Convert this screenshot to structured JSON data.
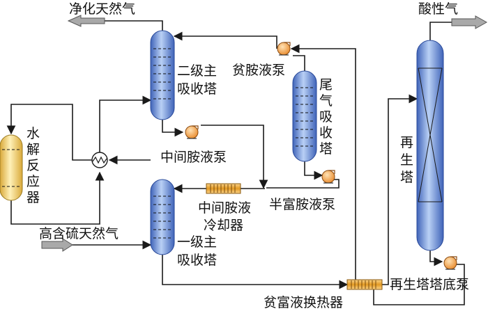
{
  "labels": {
    "purified_gas": "净化天然气",
    "acid_gas": "酸性气",
    "lean_amine_pump": "贫胺液泵",
    "secondary_absorber": [
      "二级主",
      "吸收塔"
    ],
    "tail_gas_absorber": [
      "尾",
      "气",
      "吸",
      "收",
      "塔"
    ],
    "hydrolysis_reactor": [
      "水",
      "解",
      "反",
      "应",
      "器"
    ],
    "intermediate_amine_pump": "中间胺液泵",
    "intermediate_amine_cooler": [
      "中间胺液",
      "冷却器"
    ],
    "semi_rich_amine_pump": "半富胺液泵",
    "high_sulfur_gas": "高含硫天然气",
    "primary_absorber": [
      "一级主",
      "吸收塔"
    ],
    "regenerator": [
      "再",
      "生",
      "塔"
    ],
    "regenerator_bottom_pump": "再生塔塔底泵",
    "lean_rich_exchanger": "贫富液换热器"
  },
  "colors": {
    "column_blue": "#7fa6e6",
    "reactor_yellow": "#f6dc7a",
    "exchanger_orange": "#e8a832",
    "pump_orange": "#f09a3a",
    "line": "#1a1a1a",
    "arrow_gray": "#a9a9a9"
  }
}
